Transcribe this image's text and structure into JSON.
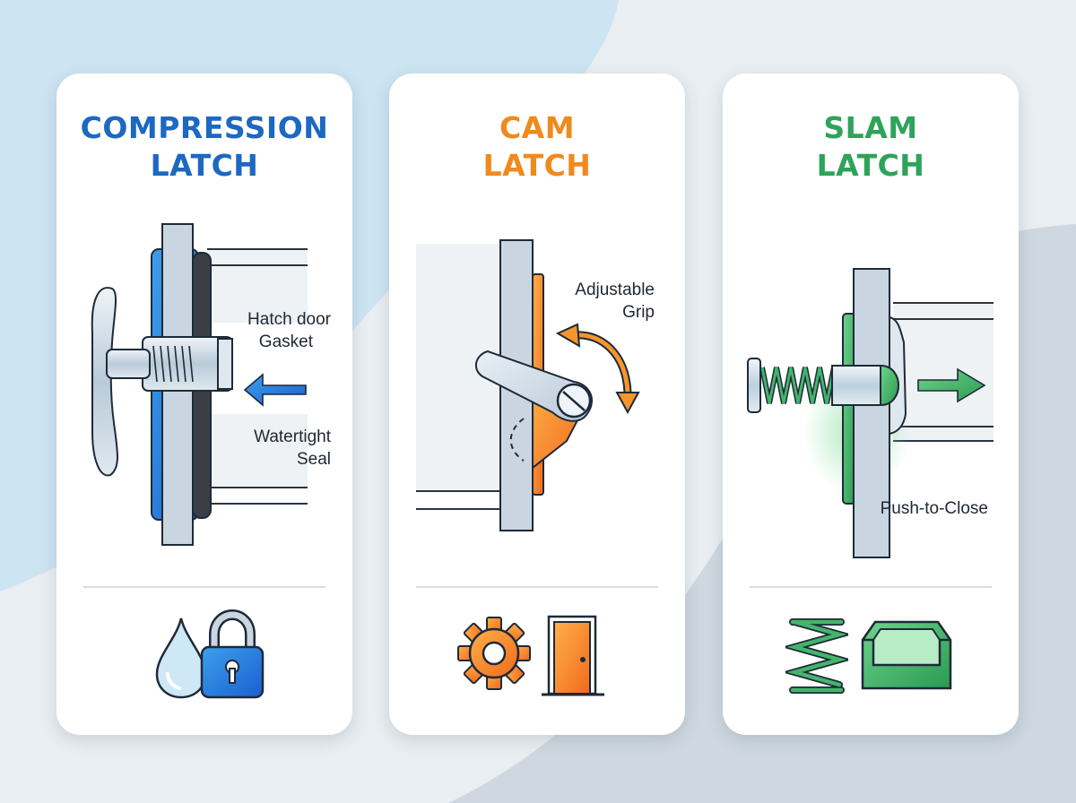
{
  "colors": {
    "compression": "#1c68c2",
    "cam": "#f08a1c",
    "slam": "#2ea35a"
  },
  "cards": [
    {
      "title_line1": "COMPRESSION",
      "title_line2": "LATCH",
      "labels": {
        "door": "Hatch door",
        "gasket": "Gasket",
        "seal_line1": "Watertight",
        "seal_line2": "Seal"
      },
      "icons": [
        "water-drop-icon",
        "padlock-icon"
      ]
    },
    {
      "title_line1": "CAM",
      "title_line2": "LATCH",
      "labels": {
        "grip_line1": "Adjustable",
        "grip_line2": "Grip"
      },
      "icons": [
        "gear-icon",
        "door-icon"
      ]
    },
    {
      "title_line1": "SLAM",
      "title_line2": "LATCH",
      "labels": {
        "push": "Push-to-Close"
      },
      "icons": [
        "spring-icon",
        "tray-icon"
      ]
    }
  ]
}
